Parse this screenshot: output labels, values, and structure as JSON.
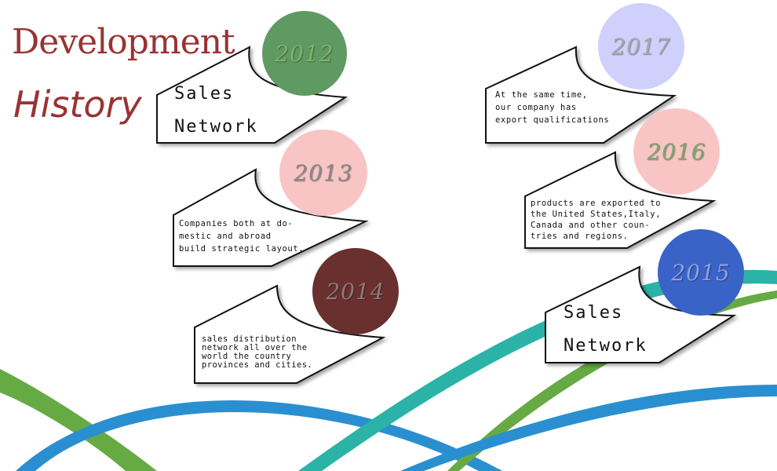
{
  "title": {
    "line1": "Development",
    "line2": "History"
  },
  "colors": {
    "title": "#993333",
    "wave_green": "#66aa44",
    "wave_blue": "#2a8fd0",
    "wave_teal": "#2bb3a8"
  },
  "milestones": [
    {
      "year": "2012",
      "circle_color": "#5f9a63",
      "year_color": "#7fb36a",
      "text": "Sales\nNetwork"
    },
    {
      "year": "2013",
      "circle_color": "#f8c4c4",
      "year_color": "#888888",
      "text": "Companies both at do-\nmestic and abroad\nbuild strategic layout."
    },
    {
      "year": "2014",
      "circle_color": "#6a2f2f",
      "year_color": "#8a7a7a",
      "text": "sales distribution\nnetwork all over the\nworld the country\nprovinces and cities."
    },
    {
      "year": "2017",
      "circle_color": "#cfd0fb",
      "year_color": "#a9a9a9",
      "text": "At the same time,\nour company has\nexport qualifications"
    },
    {
      "year": "2016",
      "circle_color": "#f8c4c4",
      "year_color": "#79a86a",
      "text": "products are exported to\nthe United States,Italy,\nCanada and other coun-\ntries and regions."
    },
    {
      "year": "2015",
      "circle_color": "#3a63c8",
      "year_color": "#8fa0e0",
      "text": "Sales\nNetwork"
    }
  ]
}
